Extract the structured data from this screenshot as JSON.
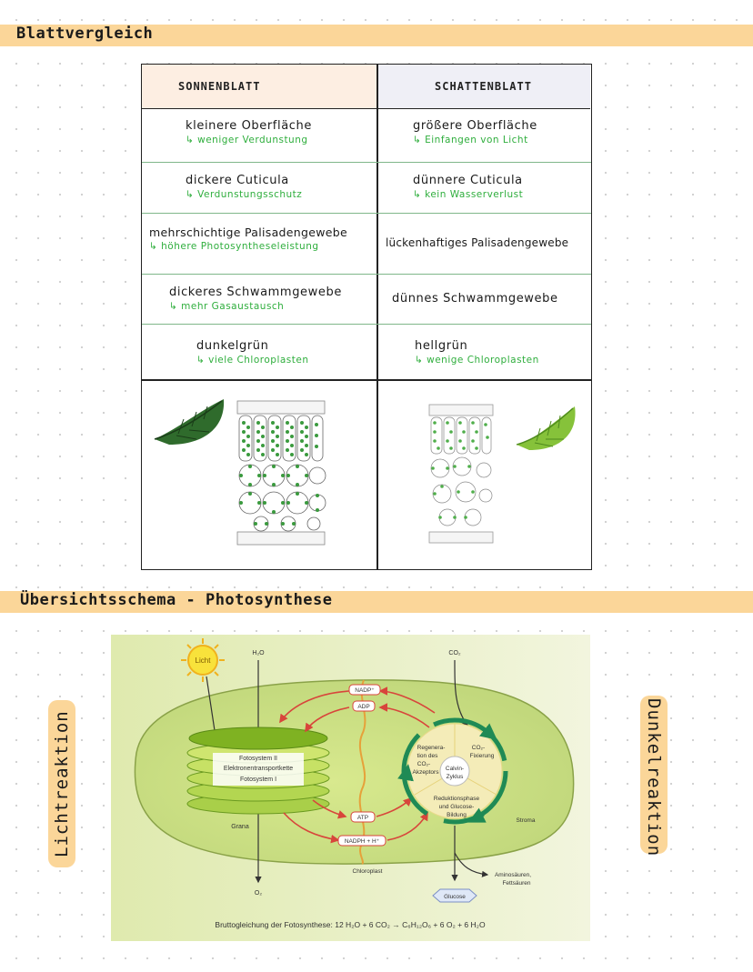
{
  "section1": {
    "title": "Blattvergleich"
  },
  "table": {
    "headers": [
      "SONNENBLATT",
      "SCHATTENBLATT"
    ],
    "rows": [
      {
        "sun": {
          "main": "kleinere Oberfläche",
          "sub": "↳ weniger Verdunstung"
        },
        "shade": {
          "main": "größere Oberfläche",
          "sub": "↳ Einfangen von Licht"
        }
      },
      {
        "sun": {
          "main": "dickere Cuticula",
          "sub": "↳ Verdunstungsschutz"
        },
        "shade": {
          "main": "dünnere Cuticula",
          "sub": "↳ kein Wasserverlust"
        }
      },
      {
        "sun": {
          "main": "mehrschichtige Palisadengewebe",
          "sub": "↳ höhere Photosyntheseleistung"
        },
        "shade": {
          "main": "lückenhaftiges Palisadengewebe",
          "sub": ""
        }
      },
      {
        "sun": {
          "main": "dickeres Schwammgewebe",
          "sub": "↳ mehr Gasaustausch"
        },
        "shade": {
          "main": "dünnes Schwammgewebe",
          "sub": ""
        }
      },
      {
        "sun": {
          "main": "dunkelgrün",
          "sub": "↳ viele Chloroplasten"
        },
        "shade": {
          "main": "hellgrün",
          "sub": "↳ wenige Chloroplasten"
        }
      }
    ]
  },
  "section2": {
    "title": "Übersichtsschema - Photosynthese"
  },
  "labels": {
    "left": "Lichtreaktion",
    "right": "Dunkelreaktion"
  },
  "diagram": {
    "sun": "Licht",
    "h2o": "H₂O",
    "co2": "CO₂",
    "o2": "O₂",
    "nadp": "NADP⁺",
    "adp": "ADP",
    "atp": "ATP",
    "nadph": "NADPH + H⁺",
    "fs2": "Fotosystem II",
    "etk": "Elektronentransportkette",
    "fs1": "Fotosystem I",
    "grana": "Grana",
    "chloroplast": "Chloroplast",
    "stroma": "Stroma",
    "regen": [
      "Regenera-",
      "tion des",
      "CO₂-",
      "Akzeptors"
    ],
    "fix": [
      "CO₂-",
      "Fixierung"
    ],
    "calvin": [
      "Calvin-",
      "Zyklus"
    ],
    "reduktion": [
      "Reduktionsphase",
      "und Glucose-",
      "Bildung"
    ],
    "amino": [
      "Aminosäuren,",
      "Fettsäuren"
    ],
    "glucose": "Glucose",
    "equation": "Bruttogleichung der Fotosynthese: 12 H₂O + 6 CO₂ → C₆H₁₂O₆ + 6 O₂ + 6 H₂O"
  },
  "colors": {
    "band": "#fbd699",
    "green_text": "#2fae3d",
    "arrow_red": "#d8453b",
    "cycle_green": "#1f8a55"
  }
}
